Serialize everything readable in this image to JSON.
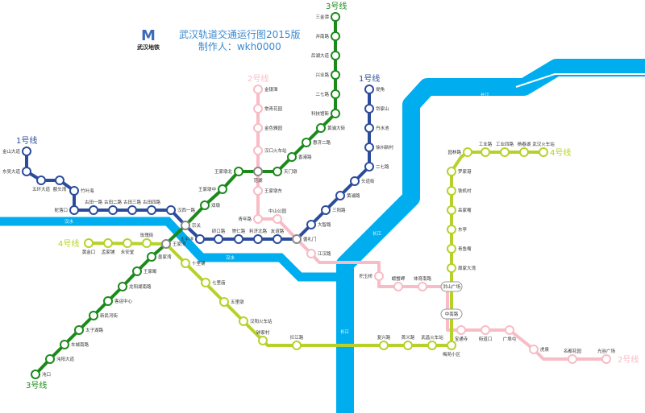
{
  "title": {
    "line1": "武汉轨道交通运行图2015版",
    "line2": "制作人：wkh0000"
  },
  "logo": {
    "mark": "M",
    "text": "武汉地铁"
  },
  "rivers": {
    "han": "汉水",
    "yangtze": "长江"
  },
  "colors": {
    "line1": "#2b4c9b",
    "line2": "#f8bcc6",
    "line3": "#1b8a1b",
    "line4": "#b6d22a",
    "river": "#00aeef",
    "transfer": "#888888"
  },
  "lines": {
    "line1": {
      "label": "1号线",
      "stations": [
        "金山大道",
        "东吴大道",
        "五环大道",
        "额头湾",
        "竹叶海",
        "舵落口",
        "古田一路",
        "古田二路",
        "古田三路",
        "古田四路",
        "汉西一路",
        "宗关",
        "太平洋",
        "硚口路",
        "崇仁路",
        "利济北路",
        "友谊路",
        "循礼门",
        "大智路",
        "三阳路",
        "黄浦路",
        "头道街",
        "二七路",
        "徐州新村",
        "丹水池",
        "岱家山",
        "堤角"
      ]
    },
    "line2": {
      "label": "2号线",
      "stations": [
        "金银潭",
        "常青花园",
        "金色雅园",
        "汉口火车站",
        "范湖",
        "王家墩东",
        "青年路",
        "中山公园",
        "循礼门",
        "江汉路",
        "积玉桥",
        "螃蟹岬",
        "体育南路",
        "洪山广场",
        "中南路",
        "宝通寺",
        "街道口",
        "广埠屯",
        "虎泉",
        "名都花园",
        "光谷广场"
      ]
    },
    "line3": {
      "label": "3号线",
      "stations": [
        "三金潭",
        "并南路",
        "后湖大道",
        "兴业路",
        "二七路",
        "科技馆新",
        "黄浦大街",
        "惠济二路",
        "香港路",
        "天门墩",
        "范湖",
        "王家墩北",
        "王家墩中",
        "双墩",
        "宗关",
        "王家湾",
        "墨家湾",
        "王家畈",
        "龙阳湖南路",
        "客运中心",
        "新民河街",
        "太子湖路",
        "车城南路",
        "沌阳大道",
        "沌口"
      ]
    },
    "line4": {
      "label": "4号线",
      "stations": [
        "黄金口",
        "孟家铺",
        "永安堂",
        "玫瑰街",
        "王家湾",
        "十里铺",
        "七里庙",
        "五里墩",
        "汉阳火车站",
        "钟家村",
        "拦江路",
        "复兴路",
        "首义路",
        "武昌火车站",
        "梅苑小区",
        "中南路",
        "洪山广场",
        "周家大湾",
        "青鱼嘴",
        "东亭",
        "岳家嘴",
        "铁机村",
        "罗家港",
        "园林路",
        "工业路",
        "工业四路",
        "杨春湖",
        "武汉火车站"
      ]
    }
  },
  "transfers": [
    "宗关",
    "范湖",
    "循礼门",
    "王家湾",
    "洪山广场",
    "中南路"
  ]
}
